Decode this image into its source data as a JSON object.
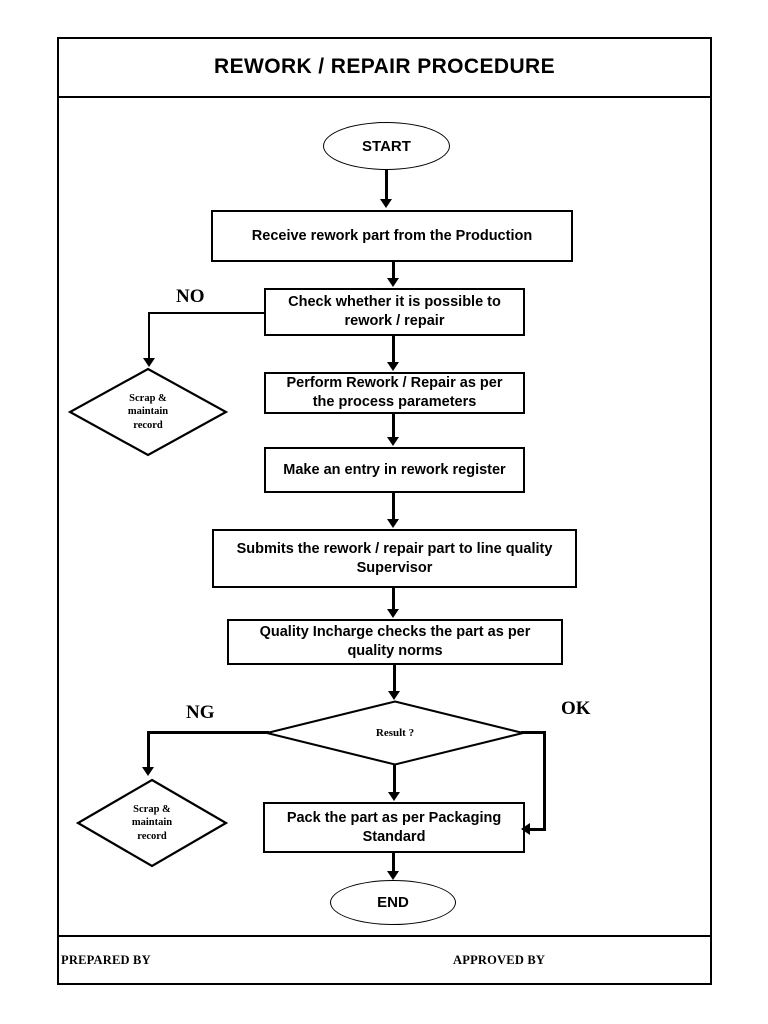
{
  "document": {
    "title": "REWORK / REPAIR PROCEDURE",
    "footer": {
      "prepared_by": "PREPARED BY",
      "approved_by": "APPROVED BY"
    }
  },
  "flowchart": {
    "type": "flowchart",
    "nodes": [
      {
        "id": "start",
        "shape": "terminator",
        "label": "START"
      },
      {
        "id": "receive",
        "shape": "process",
        "label": "Receive rework part from the Production"
      },
      {
        "id": "check",
        "shape": "process",
        "label": "Check whether it is possible to rework / repair"
      },
      {
        "id": "scrap1",
        "shape": "decision",
        "label": "Scrap &\nmaintain\nrecord",
        "line1": "Scrap &",
        "line2": "maintain",
        "line3": "record"
      },
      {
        "id": "perform",
        "shape": "process",
        "label": "Perform Rework / Repair as per the process parameters"
      },
      {
        "id": "entry",
        "shape": "process",
        "label": "Make an entry in rework register"
      },
      {
        "id": "submit",
        "shape": "process",
        "label": "Submits the rework / repair part to line quality Supervisor"
      },
      {
        "id": "inspect",
        "shape": "process",
        "label": "Quality Incharge checks the part as per quality norms"
      },
      {
        "id": "result",
        "shape": "decision",
        "label": "Result ?"
      },
      {
        "id": "scrap2",
        "shape": "decision",
        "label": "Scrap &\nmaintain\nrecord",
        "line1": "Scrap &",
        "line2": "maintain",
        "line3": "record"
      },
      {
        "id": "pack",
        "shape": "process",
        "label": "Pack the part as per Packaging Standard"
      },
      {
        "id": "end",
        "shape": "terminator",
        "label": "END"
      }
    ],
    "branch_labels": {
      "no": "NO",
      "ng": "NG",
      "ok": "OK"
    },
    "edges": [
      {
        "from": "start",
        "to": "receive",
        "label": ""
      },
      {
        "from": "receive",
        "to": "check",
        "label": ""
      },
      {
        "from": "check",
        "to": "scrap1",
        "label": "NO"
      },
      {
        "from": "check",
        "to": "perform",
        "label": ""
      },
      {
        "from": "perform",
        "to": "entry",
        "label": ""
      },
      {
        "from": "entry",
        "to": "submit",
        "label": ""
      },
      {
        "from": "submit",
        "to": "inspect",
        "label": ""
      },
      {
        "from": "inspect",
        "to": "result",
        "label": ""
      },
      {
        "from": "result",
        "to": "scrap2",
        "label": "NG"
      },
      {
        "from": "result",
        "to": "pack",
        "label": "OK"
      },
      {
        "from": "pack",
        "to": "end",
        "label": ""
      }
    ],
    "colors": {
      "stroke": "#000000",
      "fill": "#ffffff",
      "text": "#000000"
    }
  }
}
